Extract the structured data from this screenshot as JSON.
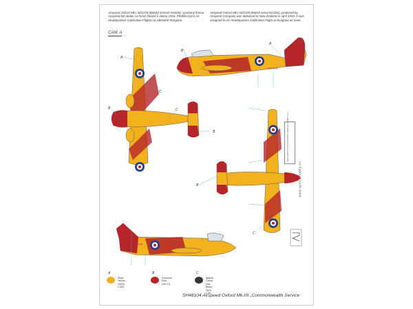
{
  "description": {
    "czech": "Airspeed Oxford Mk.I NZ1376 (Britský sériové NH326), vyrobený firmou Airspeed byl dodán na Nový Zéland v dubnu 1943. Přidělen byl k Air Headquarters Calibration Flightu na základně Rongotai.",
    "english": "Airspeed Oxford Mk.I NZ1376 (British serial NH326), produced by Airspeed Company was delivered to New Zealand in April 1943. It was assigned to Air Headquarters Calibration Flight at Rongotai air base."
  },
  "section_label": "CAM. A",
  "serial": "NZ1376",
  "callout_letters": {
    "a": "A",
    "b": "B",
    "c": "C"
  },
  "website": "www.specialhobby.eu",
  "stamp_text": "NÁKLADOVÝ SYSTÉM FIRMY SPECIAL HOBBY s.r.o.",
  "legend": [
    {
      "letter": "A",
      "czech": "Žlutá",
      "english": "Yellow",
      "code": "H329/ C329",
      "color": "#f2b21d"
    },
    {
      "letter": "B",
      "czech": "Červená",
      "english": "Red",
      "code": "H4/ C3",
      "color": "#b5252a"
    },
    {
      "letter": "C",
      "czech": "Matná Černá",
      "english": "Flat Black",
      "code": "H12/ C33",
      "color": "#333333"
    }
  ],
  "footer": "SH48104 Airspeed Oxford Mk.I/II „Commonwealth Service",
  "colors": {
    "yellow": "#f2b21d",
    "red": "#b5252a",
    "black": "#333333",
    "roundel_blue": "#2b3f8a"
  },
  "icons": [
    "roundel-icon",
    "special-hobby-logo"
  ]
}
